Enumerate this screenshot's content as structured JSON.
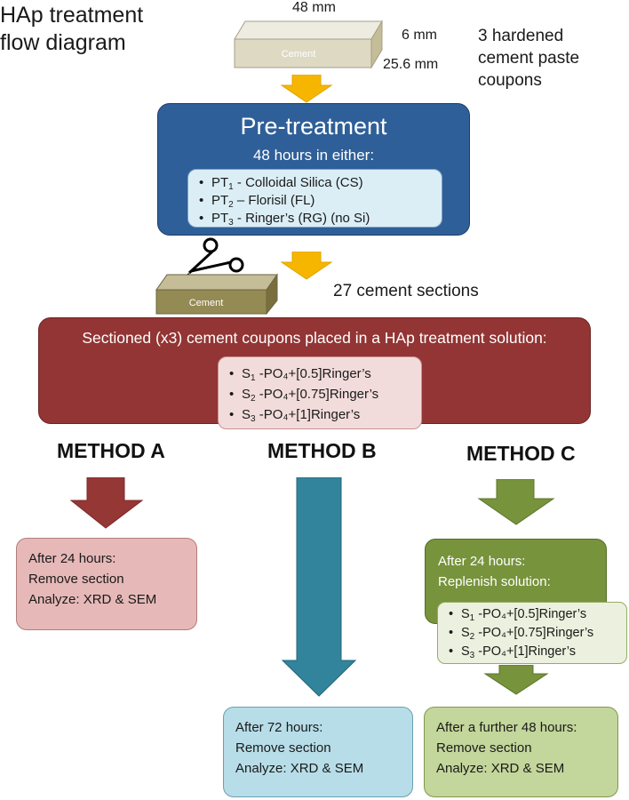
{
  "title": [
    "HAp treatment",
    "flow diagram"
  ],
  "coupon": {
    "label": "Cement",
    "dims": {
      "length": "48 mm",
      "height": "6 mm",
      "width": "25.6 mm"
    },
    "note": [
      "3 hardened",
      "cement paste",
      "coupons"
    ]
  },
  "pretreatment": {
    "title": "Pre-treatment",
    "subtitle": "48 hours in either:",
    "items": [
      {
        "pre": "PT",
        "sub": "1",
        "post": " - Colloidal Silica (CS)"
      },
      {
        "pre": "PT",
        "sub": "2",
        "post": " – Florisil (FL)"
      },
      {
        "pre": "PT",
        "sub": "3",
        "post": " -  Ringer’s (RG) (no Si)"
      }
    ]
  },
  "cut": {
    "section_label": "Cement",
    "note": "27 cement sections"
  },
  "sectioned": {
    "title": "Sectioned (x3) cement coupons placed in a HAp treatment solution:",
    "items": [
      {
        "pre": "S",
        "sub": "1",
        "post": " -PO₄+[0.5]Ringer’s"
      },
      {
        "pre": "S",
        "sub": "2",
        "post": " -PO₄+[0.75]Ringer’s"
      },
      {
        "pre": "S",
        "sub": "3",
        "post": " -PO₄+[1]Ringer’s"
      }
    ]
  },
  "methods": {
    "a": {
      "label": "METHOD A",
      "lines": [
        "After 24 hours:",
        "Remove section",
        "Analyze: XRD & SEM"
      ]
    },
    "b": {
      "label": "METHOD B",
      "lines": [
        "After 72 hours:",
        "Remove section",
        "Analyze: XRD & SEM"
      ]
    },
    "c": {
      "label": "METHOD C",
      "step1": [
        "After 24 hours:",
        "Replenish solution:"
      ],
      "items": [
        {
          "pre": "S",
          "sub": "1",
          "post": " -PO₄+[0.5]Ringer’s"
        },
        {
          "pre": "S",
          "sub": "2",
          "post": " -PO₄+[0.75]Ringer’s"
        },
        {
          "pre": "S",
          "sub": "3",
          "post": " -PO₄+[1]Ringer’s"
        }
      ],
      "lines": [
        "After a further 48 hours:",
        "Remove section",
        "Analyze: XRD & SEM"
      ]
    }
  },
  "colors": {
    "pretreatment": "#2f5f98",
    "sectioned": "#923534",
    "method_a_arrow": "#953735",
    "method_b_arrow": "#31849b",
    "method_c_arrow": "#77933c",
    "flow_arrow": "#f6b600",
    "coupon": "#ddd9c3",
    "section": "#948a54"
  }
}
